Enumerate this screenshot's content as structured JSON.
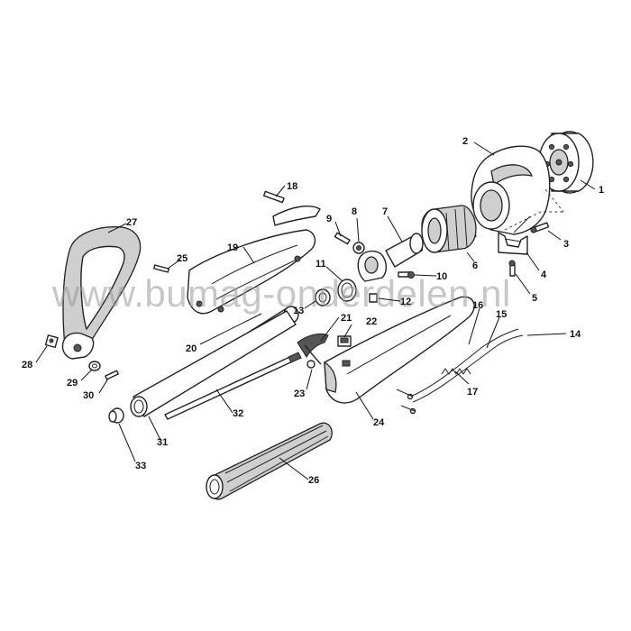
{
  "watermark": "www.bumag-onderdelen.nl",
  "parts": {
    "p1": "1",
    "p2": "2",
    "p3": "3",
    "p4": "4",
    "p5": "5",
    "p6": "6",
    "p7": "7",
    "p8": "8",
    "p9": "9",
    "p10": "10",
    "p11": "11",
    "p12": "12",
    "p13": "13",
    "p14": "14",
    "p15": "15",
    "p16": "16",
    "p17": "17",
    "p18": "18",
    "p19": "19",
    "p20": "20",
    "p21": "21",
    "p22": "22",
    "p23": "23",
    "p24": "24",
    "p25": "25",
    "p26": "26",
    "p27": "27",
    "p28": "28",
    "p29": "29",
    "p30": "30",
    "p31": "31",
    "p32": "32",
    "p33": "33"
  }
}
